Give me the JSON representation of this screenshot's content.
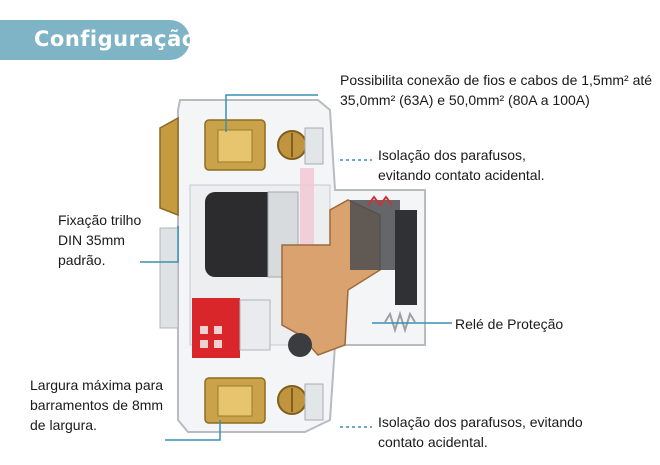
{
  "header": {
    "title": "Configuração"
  },
  "labels": {
    "cable": {
      "line1": "Possibilita conexão de fios e cabos de 1,5mm² até",
      "line2": "35,0mm² (63A) e 50,0mm² (80A a 100A)"
    },
    "screw_top": {
      "line1": "Isolação dos parafusos,",
      "line2": "evitando contato acidental."
    },
    "din": {
      "line1": "Fixação trilho",
      "line2": "DIN 35mm",
      "line3": "padrão."
    },
    "relay": {
      "line1": "Relé de Proteção"
    },
    "width": {
      "line1": "Largura máxima para",
      "line2": "barramentos de 8mm",
      "line3": "de largura."
    },
    "screw_bottom": {
      "line1": "Isolação dos parafusos, evitando",
      "line2": "contato acidental."
    }
  },
  "colors": {
    "accent": "#7fb3c6",
    "leader": "#3a8fb5",
    "brass": "#c9a24a",
    "copper": "#d9a26e",
    "red": "#d9262b"
  }
}
